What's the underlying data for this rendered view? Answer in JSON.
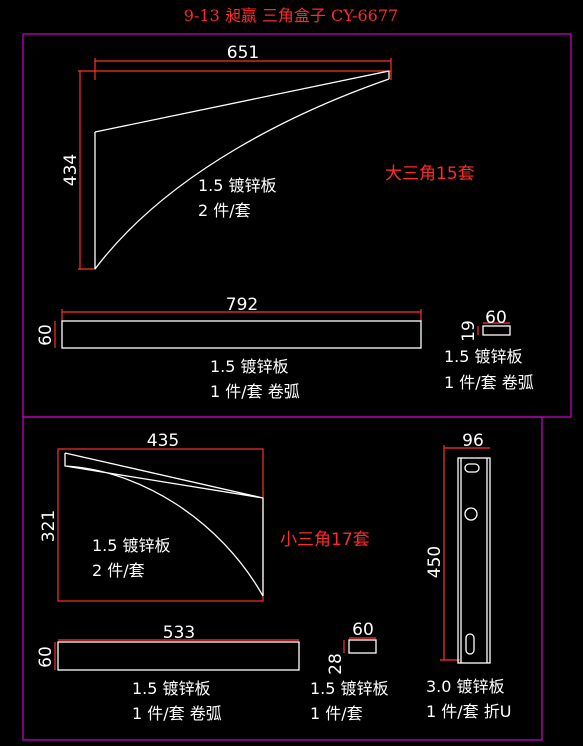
{
  "title": "9-13 昶赢 三角盒子 CY-6677",
  "colors": {
    "frame": "#d000d0",
    "dimension": "#ff3030",
    "outline": "#ffffff",
    "highlight": "#ff2a2a",
    "background": "#000000"
  },
  "big": {
    "tri_width": "651",
    "tri_height": "434",
    "tri_material": "1.5 镀锌板",
    "tri_qty": "2 件/套",
    "set_label": "大三角15套",
    "strip_length": "792",
    "strip_height": "60",
    "strip_material": "1.5 镀锌板",
    "strip_qty": "1 件/套  卷弧",
    "small_width": "60",
    "small_height": "19",
    "small_material": "1.5 镀锌板",
    "small_qty": "1 件/套  卷弧"
  },
  "small": {
    "tri_width": "435",
    "tri_height": "321",
    "tri_material": "1.5 镀锌板",
    "tri_qty": "2 件/套",
    "set_label": "小三角17套",
    "strip_length": "533",
    "strip_height": "60",
    "strip_material": "1.5 镀锌板",
    "strip_qty": "1 件/套  卷弧",
    "tab_width": "60",
    "tab_height": "28",
    "tab_material": "1.5 镀锌板",
    "tab_qty": "1 件/套",
    "u_width": "96",
    "u_height": "450",
    "u_material": "3.0 镀锌板",
    "u_qty": "1 件/套  折U"
  }
}
